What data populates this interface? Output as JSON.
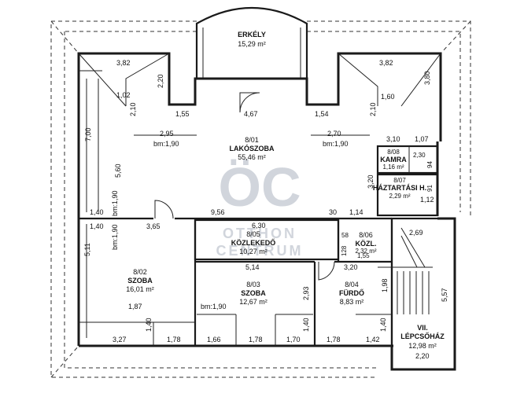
{
  "rooms": {
    "erkely": {
      "name": "ERKÉLY",
      "area": "15,29 m²"
    },
    "r801": {
      "code": "8/01",
      "name": "LAKÓSZOBA",
      "area": "55,46 m²"
    },
    "r802": {
      "code": "8/02",
      "name": "SZOBA",
      "area": "16,01 m²"
    },
    "r803": {
      "code": "8/03",
      "name": "SZOBA",
      "area": "12,67 m²"
    },
    "r804": {
      "code": "8/04",
      "name": "FÜRDŐ",
      "area": "8,83 m²"
    },
    "r805": {
      "code": "8/05",
      "name": "KÖZLEKEDŐ",
      "area": "10,27 m²"
    },
    "r806": {
      "code": "8/06",
      "name": "KÖZL.",
      "area": "2,32 m²"
    },
    "r807": {
      "code": "8/07",
      "name": "HÁZTARTÁSI H.",
      "area": "2,29 m²"
    },
    "r808": {
      "code": "8/08",
      "name": "KAMRA",
      "area": "1,16 m²"
    },
    "stair": {
      "code": "VII.",
      "name": "LÉPCSŐHÁZ",
      "area": "12,98 m²"
    }
  },
  "bm_labels": [
    "bm:1,90",
    "bm:1,90",
    "bm:1,90",
    "bm:1,90",
    "bm:1,90"
  ],
  "dimensions": [
    "3,82",
    "2,20",
    "1,02",
    "2,10",
    "1,55",
    "4,67",
    "1,54",
    "3,82",
    "3,80",
    "1,60",
    "2,10",
    "7,00",
    "2,95",
    "2,70",
    "3,10",
    "1,07",
    "5,60",
    "2,30",
    "94",
    "3,20",
    "91",
    "1,12",
    "1,40",
    "9,56",
    "30",
    "1,14",
    "6,30",
    "1,40",
    "3,65",
    "58",
    "128",
    "1,55",
    "2,69",
    "5,11",
    "5,14",
    "3,20",
    "1,98",
    "2,93",
    "5,57",
    "1,87",
    "1,40",
    "1,40",
    "1,40",
    "3,27",
    "1,78",
    "1,66",
    "1,78",
    "1,70",
    "1,78",
    "1,42",
    "2,20"
  ],
  "watermark": {
    "logo": "ÖC",
    "line1": "OTTHON",
    "line2": "CENTRUM"
  },
  "colors": {
    "wall": "#1a1a1a",
    "watermark": "#c9ced6"
  }
}
